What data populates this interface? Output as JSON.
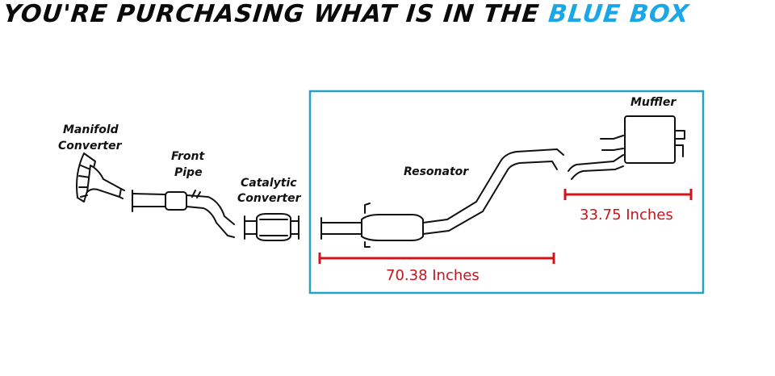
{
  "headline": {
    "text_main": "YOU'RE PURCHASING WHAT IS IN THE ",
    "text_highlight": "BLUE BOX",
    "highlight_color": "#1ba7e6"
  },
  "labels": {
    "manifold_line1": "Manifold",
    "manifold_line2": "Converter",
    "front_line1": "Front",
    "front_line2": "Pipe",
    "catalytic_line1": "Catalytic",
    "catalytic_line2": "Converter",
    "resonator": "Resonator",
    "muffler": "Muffler"
  },
  "measurements": {
    "resonator_length": "70.38 Inches",
    "muffler_length": "33.75 Inches"
  },
  "colors": {
    "box": "#25a3c6",
    "dimension": "#d0151b"
  }
}
